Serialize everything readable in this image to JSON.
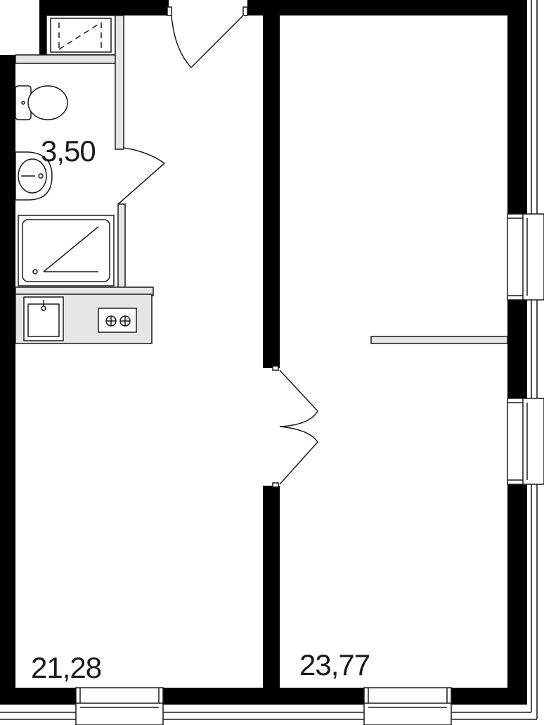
{
  "rooms": [
    {
      "id": "bathroom",
      "area": "3,50"
    },
    {
      "id": "kitchen_living",
      "area": "21,28"
    },
    {
      "id": "bedroom",
      "area": "23,77"
    }
  ],
  "colors": {
    "wall": "#000000",
    "line": "#1a1a1a",
    "fixture_fill": "#d9d9d9",
    "background": "#ffffff"
  }
}
